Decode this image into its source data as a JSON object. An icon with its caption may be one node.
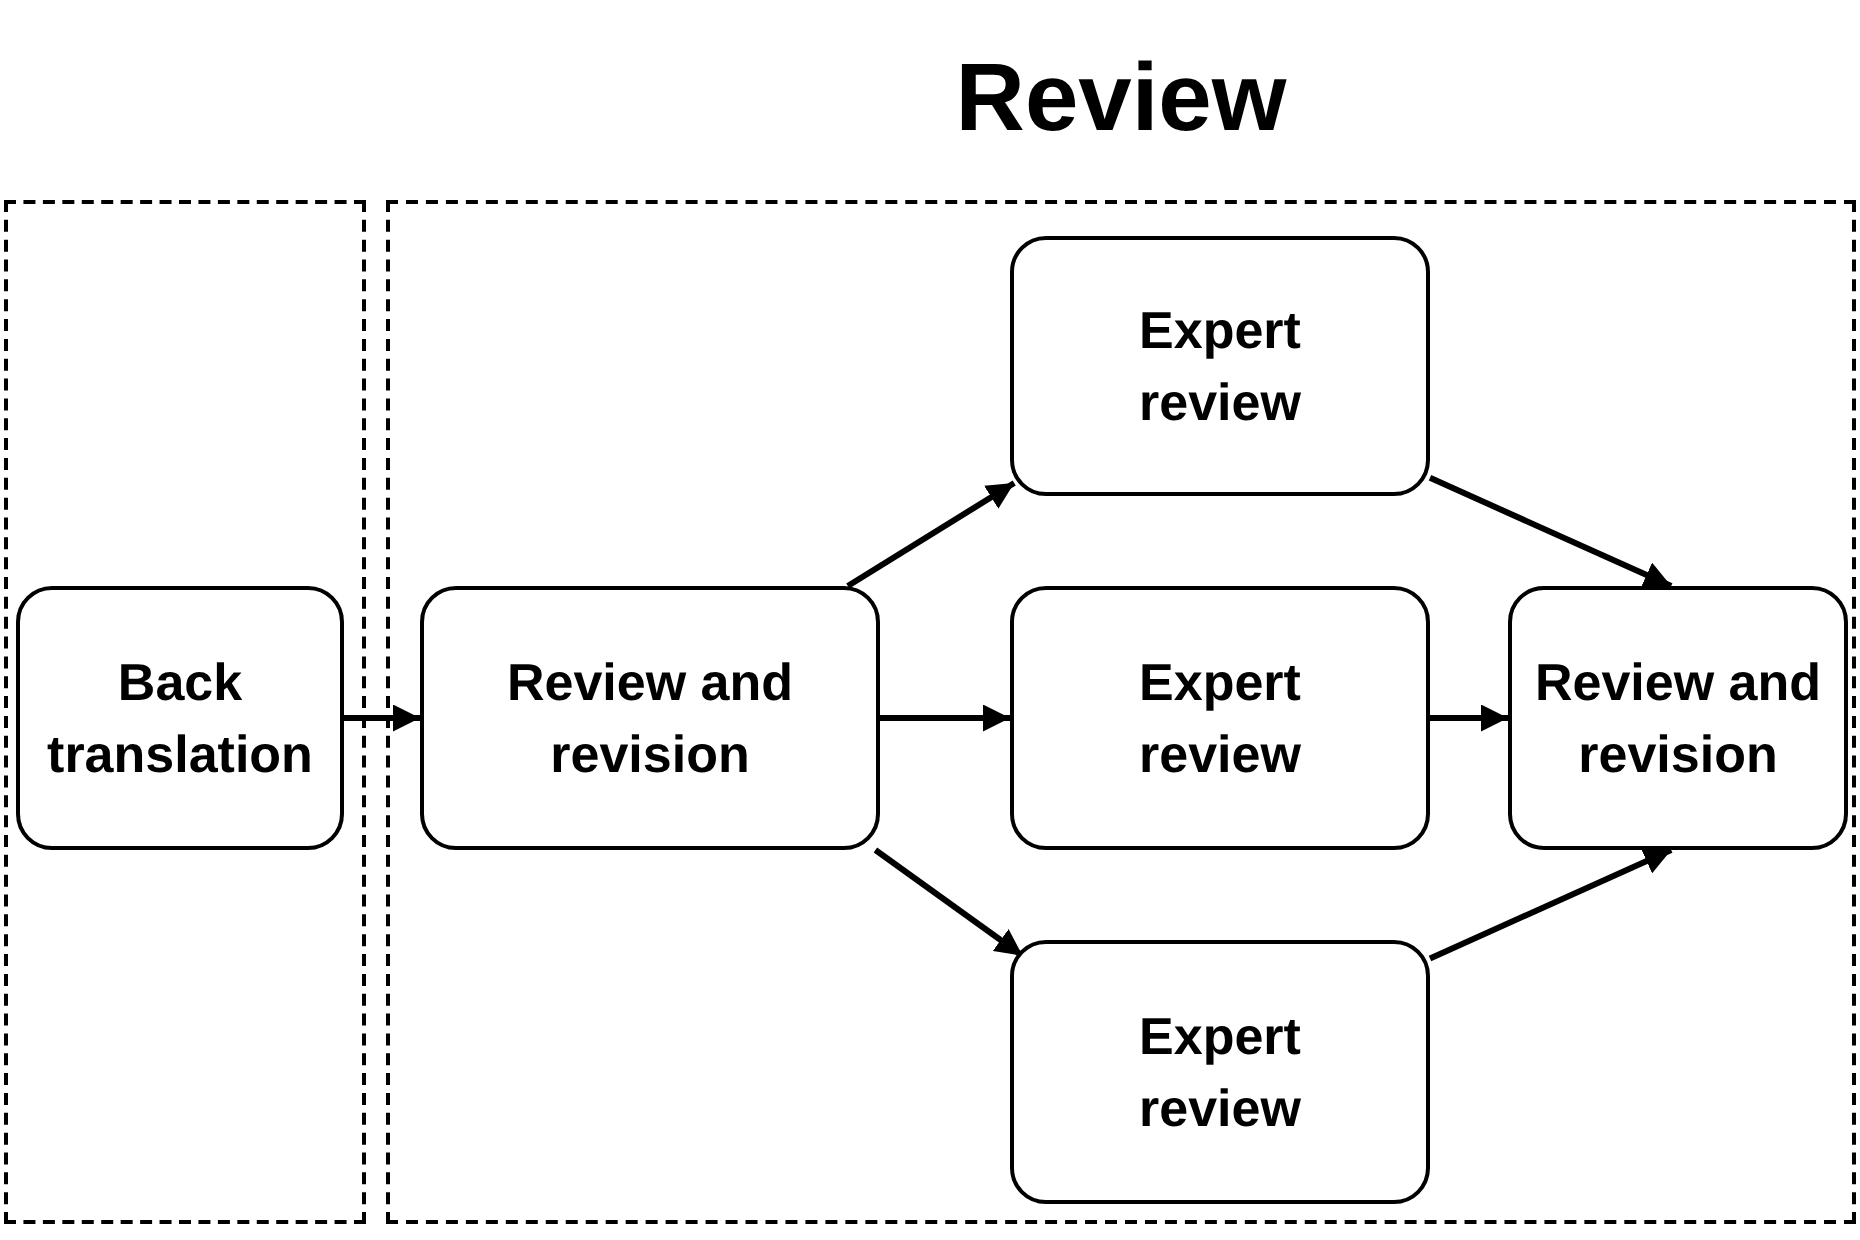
{
  "diagram": {
    "nodes": [
      {
        "text": [],
        "shape": "box"
      },
      {
        "text": [
          "Back translation"
        ],
        "in": 0
      },
      {
        "text": [
          "Review"
        ]
      },
      {
        "text": [
          "Review and revision"
        ],
        "in": 2
      },
      {
        "text": [
          "Expert review"
        ],
        "in": 2
      },
      {
        "text": [
          "Expert review"
        ],
        "in": 2
      },
      {
        "text": [
          "Expert review"
        ],
        "in": 2
      },
      {
        "text": [
          "Review and revision"
        ],
        "in": 2
      }
    ],
    "edges": [
      {
        "from": 1,
        "to": 3,
        "arrow": "to"
      },
      {
        "from": 3,
        "to": 4,
        "arrow": "to"
      },
      {
        "from": 3,
        "to": 5,
        "arrow": "to"
      },
      {
        "from": 3,
        "to": 6,
        "arrow": "to"
      },
      {
        "from": 4,
        "to": 7,
        "arrow": "to"
      },
      {
        "from": 5,
        "to": 7,
        "arrow": "to"
      },
      {
        "from": 6,
        "to": 7,
        "arrow": "to"
      }
    ]
  }
}
